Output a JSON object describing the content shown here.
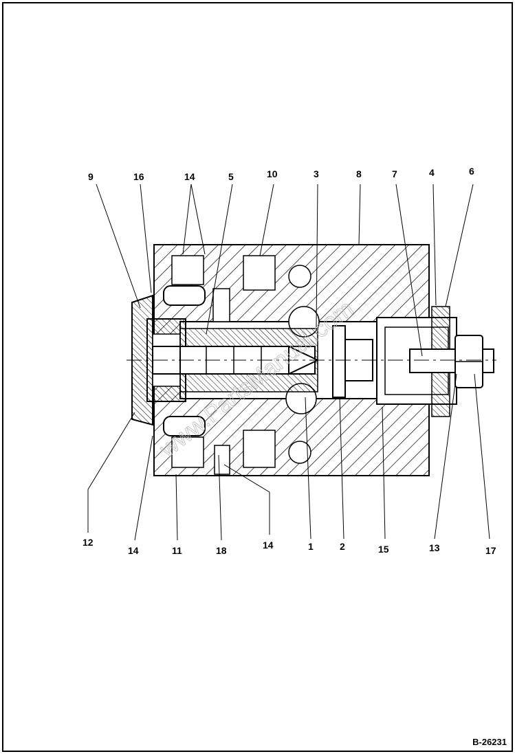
{
  "figure_id": "B-26231",
  "callouts": {
    "c9": "9",
    "c16": "16",
    "c14a": "14",
    "c5": "5",
    "c10": "10",
    "c3": "3",
    "c8": "8",
    "c7": "7",
    "c4": "4",
    "c6": "6",
    "c12": "12",
    "c14b": "14",
    "c11": "11",
    "c18": "18",
    "c14c": "14",
    "c1": "1",
    "c2": "2",
    "c15": "15",
    "c13": "13",
    "c17": "17"
  },
  "watermark": "www.PartsManual.com"
}
